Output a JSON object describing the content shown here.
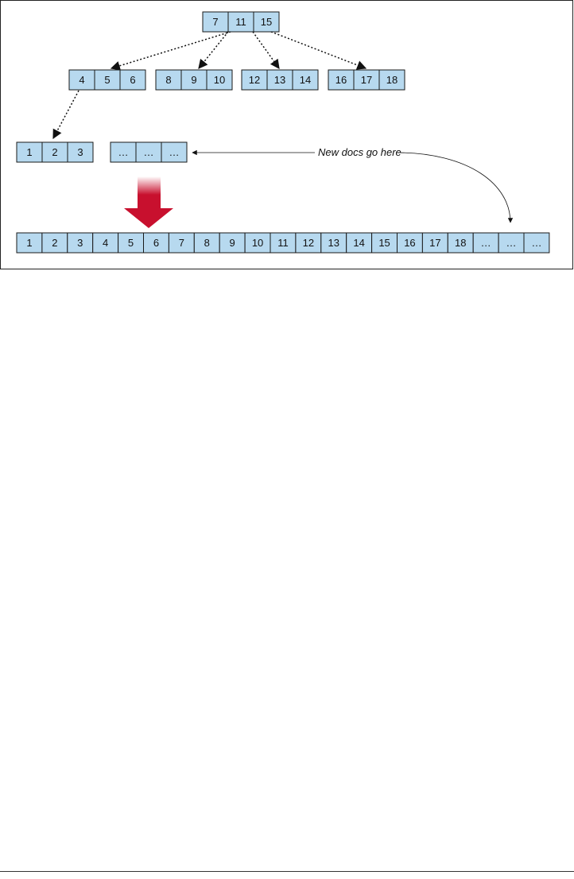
{
  "tree": {
    "root": [
      "7",
      "11",
      "15"
    ],
    "level1": [
      [
        "4",
        "5",
        "6"
      ],
      [
        "8",
        "9",
        "10"
      ],
      [
        "12",
        "13",
        "14"
      ],
      [
        "16",
        "17",
        "18"
      ]
    ],
    "level2": [
      [
        "1",
        "2",
        "3"
      ],
      [
        "…",
        "…",
        "…"
      ]
    ]
  },
  "annotation": "New docs go here",
  "flattened": [
    "1",
    "2",
    "3",
    "4",
    "5",
    "6",
    "7",
    "8",
    "9",
    "10",
    "11",
    "12",
    "13",
    "14",
    "15",
    "16",
    "17",
    "18",
    "…",
    "…",
    "…"
  ],
  "colors": {
    "cell_fill": "#b7d9ef",
    "arrow_red": "#c8102e",
    "border": "#1a1a1a"
  }
}
